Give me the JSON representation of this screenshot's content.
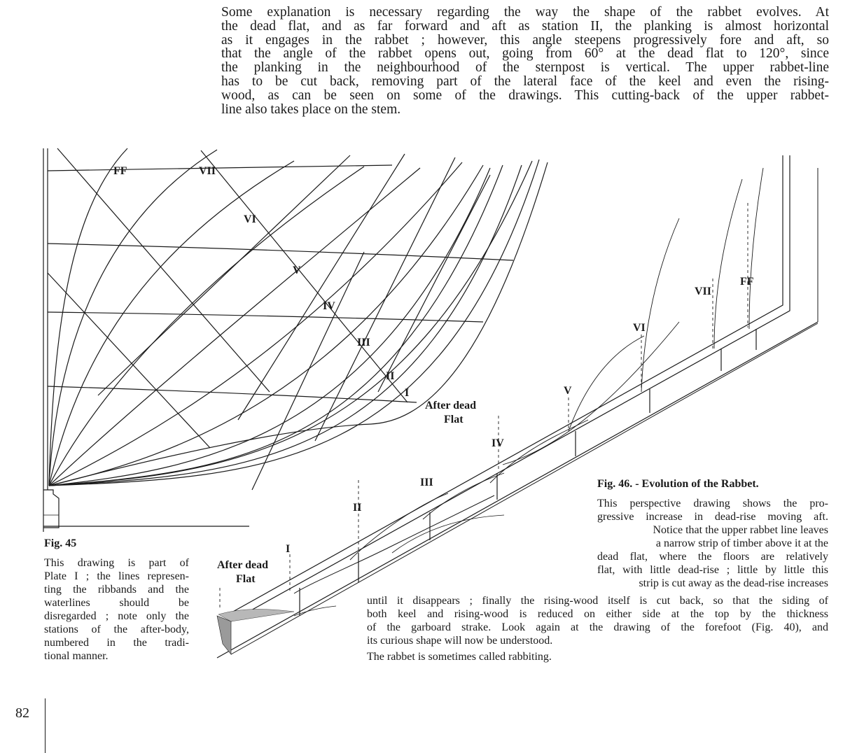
{
  "intro_lines": [
    "Some explanation is necessary regarding the way the shape of the rabbet evolves.  At",
    "the dead flat, and as far forward and aft as station II, the planking is almost horizontal",
    "as it engages in the rabbet ; however, this angle steepens progressively fore and aft, so",
    "that the angle of the rabbet opens out, going from 60° at the dead flat to 120°, since",
    "the planking in the neighbourhood of the sternpost is vertical.  The upper rabbet-line",
    "has to be cut back, removing part of the lateral face of the keel and even the rising-",
    "wood, as can be seen on some of the drawings.  This cutting-back of the upper rabbet-",
    "line also takes place on the stem."
  ],
  "fig45": {
    "stations": [
      "FF",
      "VII",
      "VI",
      "V",
      "IV",
      "III",
      "II",
      "I"
    ],
    "after_dead_flat": [
      "After dead",
      "Flat"
    ],
    "caption_title": "Fig. 45",
    "caption_lines": [
      "This drawing is part of",
      "Plate I ; the lines represen-",
      "ting the ribbands and the",
      "waterlines   should   be",
      "disregarded ; note only the",
      "stations of the after-body,",
      "numbered  in  the  tradi-",
      "tional manner."
    ]
  },
  "fig46": {
    "stations": [
      "I",
      "II",
      "III",
      "IV",
      "V",
      "VI",
      "VII",
      "FF"
    ],
    "after_dead_flat": [
      "After dead",
      "Flat"
    ],
    "caption_title": "Fig. 46. - Evolution of the Rabbet.",
    "caption_lines": [
      "This perspective drawing shows the pro-",
      "gressive increase in dead-rise moving aft.",
      "Notice that the upper rabbet line leaves",
      "a narrow strip of timber above it at the",
      "dead flat, where the floors are relatively",
      "flat, with little dead-rise ; little by little this",
      "strip is cut away as the dead-rise increases"
    ],
    "caption_wide_lines": [
      "until it disappears ; finally the rising-wood itself is cut back, so that the siding of",
      "both keel and rising-wood is reduced on either side at the top by the thickness",
      "of the garboard strake.  Look again at the drawing of the forefoot (Fig. 40), and",
      "its curious shape will now be understood."
    ],
    "closing_line": "The rabbet is sometimes called rabbiting."
  },
  "page_number": "82"
}
